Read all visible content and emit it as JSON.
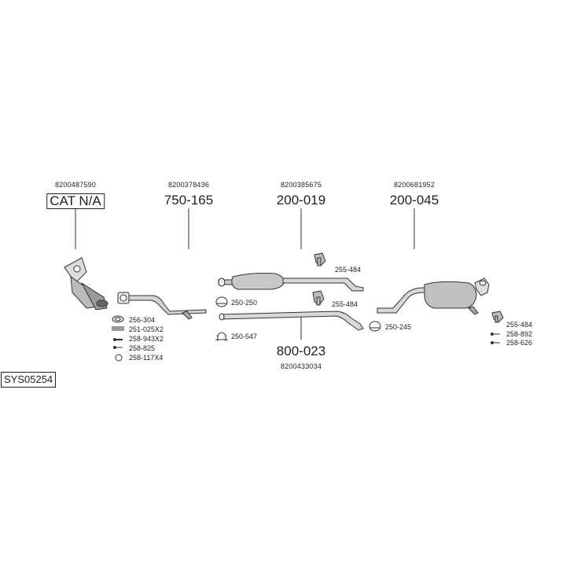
{
  "system_id": "SYS05254",
  "groups": [
    {
      "oem": "8200487590",
      "part": "CAT N/A",
      "boxed": true
    },
    {
      "oem": "8200378436",
      "part": "750-165"
    },
    {
      "oem": "8200385675",
      "part": "200-019"
    },
    {
      "oem": "8200681952",
      "part": "200-045"
    }
  ],
  "bottom_group": {
    "part": "800-023",
    "oem": "8200433034"
  },
  "fittings_left": [
    "256-304",
    "251-025X2",
    "258-943X2",
    "258-825",
    "258-117X4"
  ],
  "fittings_mid": {
    "clamp1": "250-250",
    "clamp2": "250-547",
    "hanger1": "255-484",
    "hanger2": "255-484",
    "clamp3": "250-245"
  },
  "fittings_right": [
    "255-484",
    "258-892",
    "258-626"
  ]
}
